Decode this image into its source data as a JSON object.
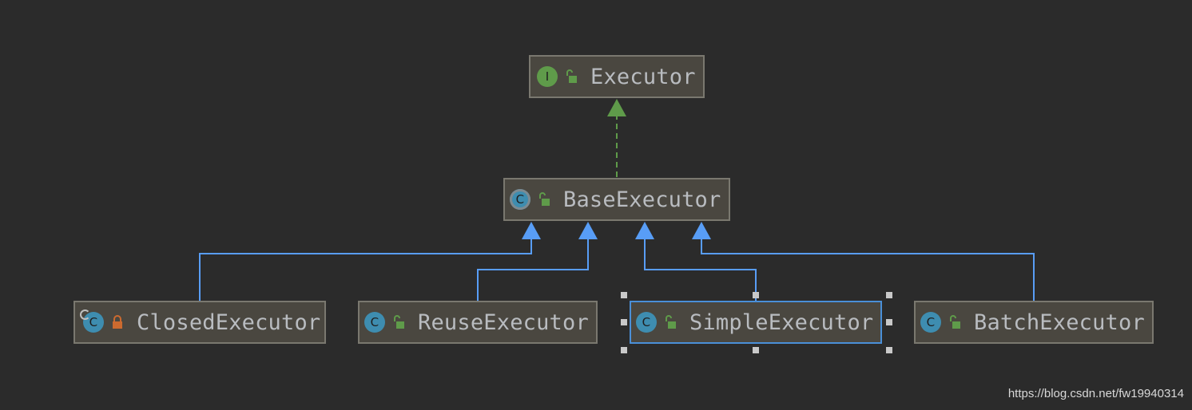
{
  "diagram": {
    "nodes": {
      "executor": {
        "name": "Executor",
        "kind": "I"
      },
      "base": {
        "name": "BaseExecutor",
        "kind": "C"
      },
      "closed": {
        "name": "ClosedExecutor",
        "kind": "C"
      },
      "reuse": {
        "name": "ReuseExecutor",
        "kind": "C"
      },
      "simple": {
        "name": "SimpleExecutor",
        "kind": "C"
      },
      "batch": {
        "name": "BatchExecutor",
        "kind": "C"
      }
    },
    "relations": [
      {
        "from": "BaseExecutor",
        "to": "Executor",
        "type": "implements"
      },
      {
        "from": "ClosedExecutor",
        "to": "BaseExecutor",
        "type": "extends"
      },
      {
        "from": "ReuseExecutor",
        "to": "BaseExecutor",
        "type": "extends"
      },
      {
        "from": "SimpleExecutor",
        "to": "BaseExecutor",
        "type": "extends"
      },
      {
        "from": "BatchExecutor",
        "to": "BaseExecutor",
        "type": "extends"
      }
    ],
    "colors": {
      "implements_edge": "#5f9b4a",
      "extends_edge": "#589df6",
      "selection": "#4a8fd8",
      "public_lock": "#5f9b4a",
      "private_lock": "#cc6a2f"
    }
  },
  "watermark": "https://blog.csdn.net/fw19940314"
}
